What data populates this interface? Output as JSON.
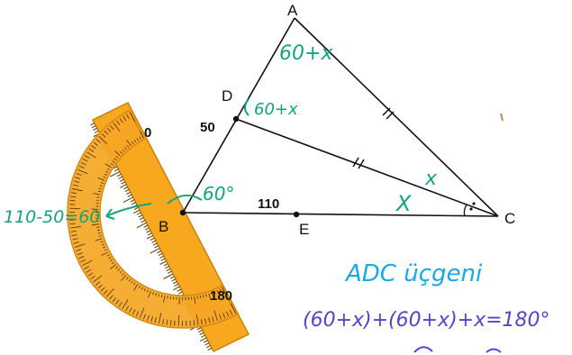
{
  "points": {
    "A": "A",
    "B": "B",
    "C": "C",
    "D": "D",
    "E": "E"
  },
  "protractor": {
    "labels": [
      "0",
      "50",
      "110",
      "180"
    ]
  },
  "annotations": {
    "angle_A": "60+x",
    "angle_D": "60+x",
    "angle_B": "60°",
    "angle_C_upper": "x",
    "angle_C_lower": "X",
    "left_calc": "110-50=60",
    "title": "ADC üçgeni",
    "equation": "(60+x)+(60+x)+x=180°"
  },
  "colors": {
    "protractor_fill": "#f5a623",
    "protractor_edge": "#d48a10",
    "ruler_fill": "#f7a81f",
    "line": "#111111",
    "green": "#13a57a",
    "blue": "#1aa9e6",
    "purple": "#5a3fd1"
  },
  "icons": [
    "ruler-icon",
    "protractor-icon",
    "arrow-left-icon"
  ]
}
